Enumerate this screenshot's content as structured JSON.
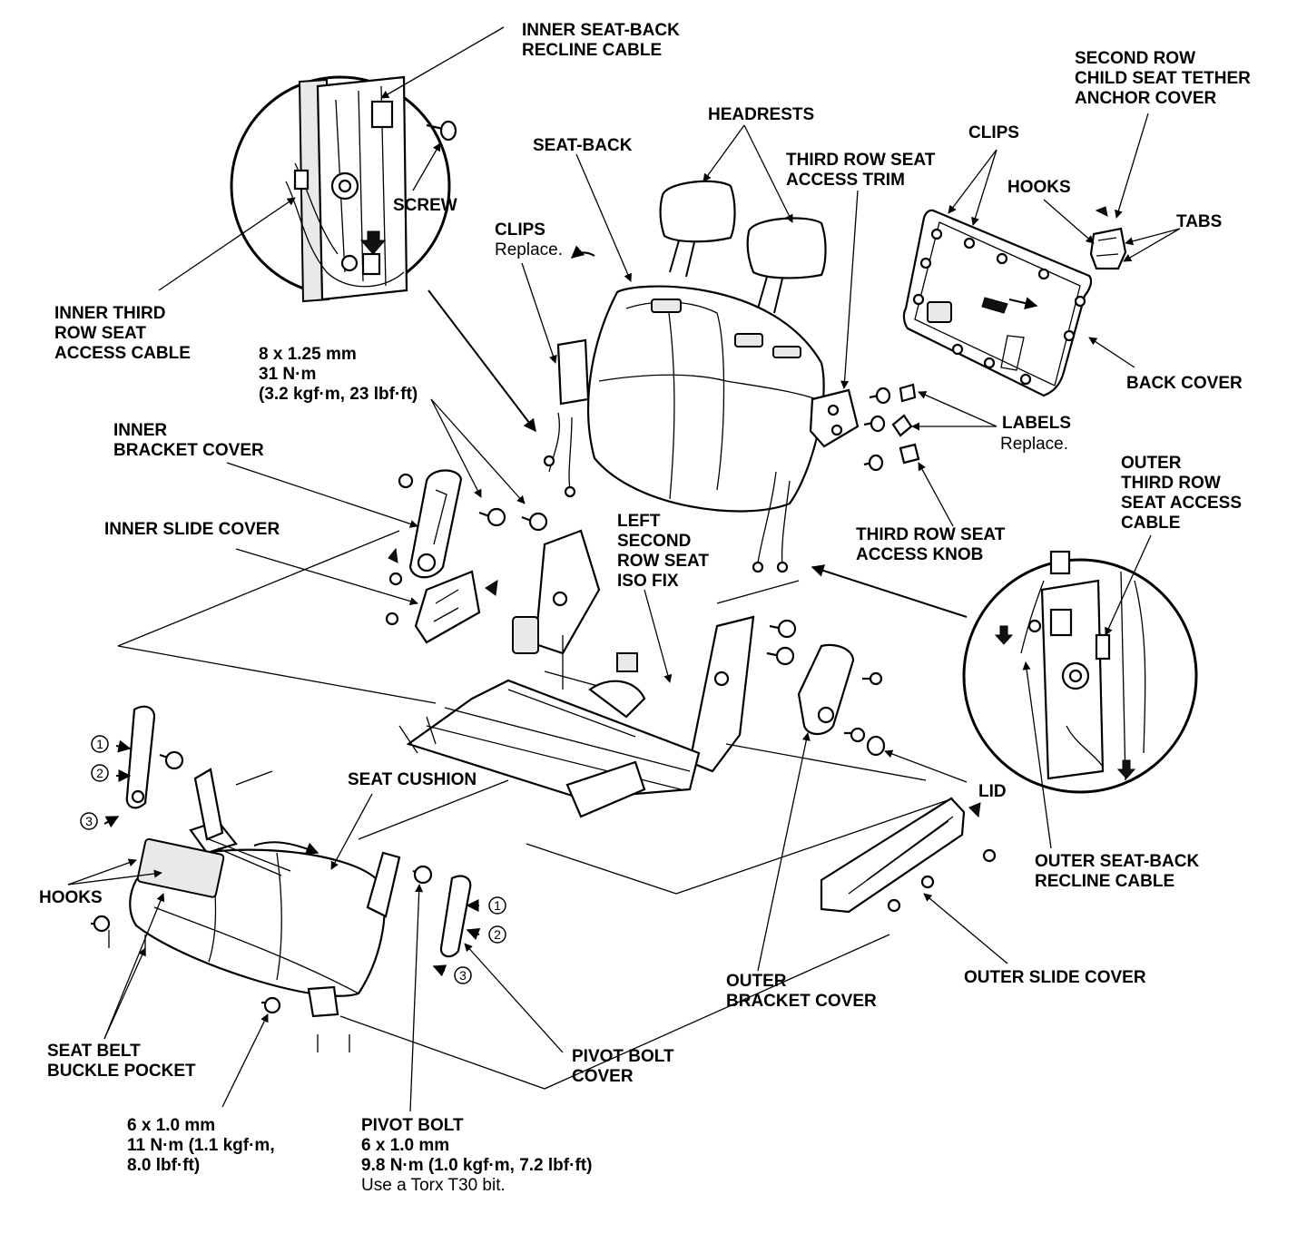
{
  "labels": {
    "inner_recline_cable": [
      "INNER SEAT-BACK",
      "RECLINE CABLE"
    ],
    "screw": "SCREW",
    "inner_third_row_cable": [
      "INNER THIRD",
      "ROW SEAT",
      "ACCESS CABLE"
    ],
    "bolt_spec_top": [
      "8 x 1.25 mm",
      "31 N·m",
      "(3.2 kgf·m, 23 lbf·ft)"
    ],
    "clips_left": "CLIPS",
    "clips_left_note": "Replace.",
    "seat_back": "SEAT-BACK",
    "headrests": "HEADRESTS",
    "third_row_trim": [
      "THIRD ROW SEAT",
      "ACCESS TRIM"
    ],
    "clips_right": "CLIPS",
    "second_row_tether": [
      "SECOND ROW",
      "CHILD SEAT TETHER",
      "ANCHOR COVER"
    ],
    "hooks_right": "HOOKS",
    "tabs": "TABS",
    "back_cover": "BACK COVER",
    "labels_part": "LABELS",
    "labels_note": "Replace.",
    "outer_third_row_cable": [
      "OUTER",
      "THIRD ROW",
      "SEAT ACCESS",
      "CABLE"
    ],
    "third_row_knob": [
      "THIRD ROW SEAT",
      "ACCESS KNOB"
    ],
    "inner_bracket_cover": [
      "INNER",
      "BRACKET COVER"
    ],
    "inner_slide_cover": "INNER SLIDE COVER",
    "left_iso_fix": [
      "LEFT",
      "SECOND",
      "ROW SEAT",
      "ISO FIX"
    ],
    "seat_cushion": "SEAT CUSHION",
    "hooks_left": "HOOKS",
    "lid": "LID",
    "outer_recline_cable": [
      "OUTER SEAT-BACK",
      "RECLINE CABLE"
    ],
    "outer_slide_cover": "OUTER SLIDE COVER",
    "outer_bracket_cover": [
      "OUTER",
      "BRACKET COVER"
    ],
    "seat_belt_pocket": [
      "SEAT BELT",
      "BUCKLE POCKET"
    ],
    "pivot_bolt_cover": [
      "PIVOT BOLT",
      "COVER"
    ],
    "bolt_spec_bottom": [
      "6 x 1.0 mm",
      "11 N·m (1.1 kgf·m,",
      "8.0 lbf·ft)"
    ],
    "pivot_bolt": [
      "PIVOT BOLT",
      "6 x 1.0 mm",
      "9.8 N·m (1.0 kgf·m, 7.2 lbf·ft)"
    ],
    "pivot_bolt_note": "Use a Torx T30 bit."
  },
  "steps": [
    "1",
    "2",
    "3"
  ]
}
